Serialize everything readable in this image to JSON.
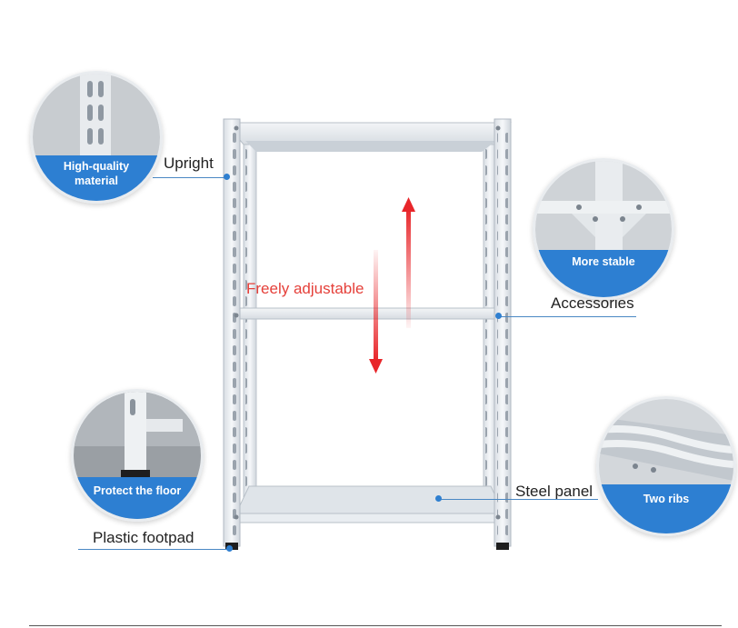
{
  "callouts": {
    "upright": "Upright",
    "accessories": "Accessories",
    "steel_panel": "Steel panel",
    "plastic_footpad": "Plastic footpad",
    "freely_adjustable": "Freely adjustable"
  },
  "badges": {
    "high_quality_line1": "High-quality",
    "high_quality_line2": "material",
    "more_stable": "More stable",
    "protect_floor": "Protect the floor",
    "two_ribs": "Two ribs"
  },
  "colors": {
    "badge_blue": "#2d7fd2",
    "arrow_red": "#e8262a",
    "callout_text": "#222222",
    "adjustable_text": "#e5403a",
    "rack_white": "#eef1f4"
  }
}
